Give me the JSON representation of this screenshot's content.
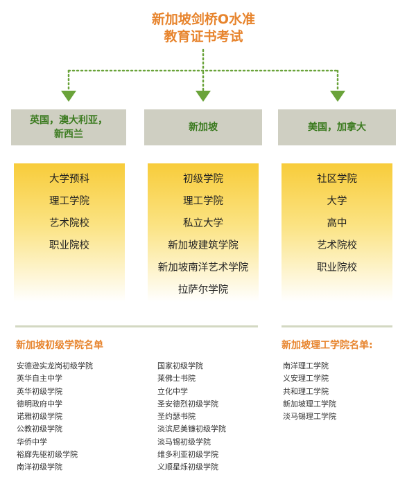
{
  "title": {
    "line1": "新加坡剑桥O水准",
    "line2": "教育证书考试"
  },
  "regions": [
    {
      "label_lines": [
        "英国，澳大利亚，",
        "新西兰"
      ]
    },
    {
      "label_lines": [
        "新加坡"
      ]
    },
    {
      "label_lines": [
        "美国，加拿大"
      ]
    }
  ],
  "institution_lists": [
    [
      "大学预科",
      "理工学院",
      "艺术院校",
      "职业院校"
    ],
    [
      "初级学院",
      "理工学院",
      "私立大学",
      "新加坡建筑学院",
      "新加坡南洋艺术学院",
      "拉萨尔学院"
    ],
    [
      "社区学院",
      "大学",
      "高中",
      "艺术院校",
      "职业院校"
    ]
  ],
  "junior_colleges": {
    "title": "新加坡初级学院名单",
    "column1": [
      "安德逊实龙岗初级学院",
      "英华自主中学",
      "英华初级学院",
      "德明政府中学",
      "诺雅初级学院",
      "公教初级学院",
      "华侨中学",
      "裕廊先驱初级学院",
      "南洋初级学院"
    ],
    "column2": [
      "国家初级学院",
      "莱佛士书院",
      "立化中学",
      "圣安德烈初级学院",
      "圣约瑟书院",
      "淡滨尼美镰初级学院",
      "淡马锡初级学院",
      "维多利亚初级学院",
      "义顺星烁初级学院"
    ]
  },
  "polytechnics": {
    "title": "新加坡理工学院名单:",
    "items": [
      "南洋理工学院",
      "义安理工学院",
      "共和理工学院",
      "新加坡理工学院",
      "淡马锡理工学院"
    ]
  },
  "colors": {
    "accent_orange": "#e7842d",
    "region_green": "#3a7a1e",
    "region_bg": "#cfcfc2",
    "connector_green": "#6aa33a",
    "gradient_top": "#f8cc3a"
  }
}
